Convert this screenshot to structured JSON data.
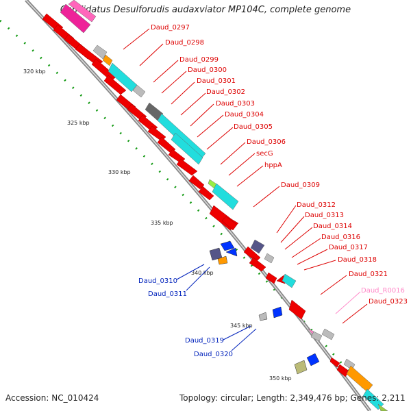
{
  "title": "Candidatus Desulforudis audaxviator MP104C, complete genome",
  "accession": "Accession: NC_010424",
  "topology": "Topology: circular; Length: 2,349,476 bp; Genes: 2,211",
  "colors": {
    "forward_label": "#dd0000",
    "reverse_label": "#0022bb",
    "rna_label": "#ff88c8",
    "cds": "#ee0000",
    "rrna_cyan": "#22dddd",
    "trna_gray": "#bbbbbb",
    "dark_gray": "#666666",
    "reverse_cds": "#0033ff",
    "slate": "#555588",
    "orange": "#ff9900",
    "magenta": "#ee2299",
    "olive": "#bbbb77",
    "green_ticks": "#119911"
  },
  "kbp_markers": [
    "320 kbp",
    "325 kbp",
    "330 kbp",
    "335 kbp",
    "340 kbp",
    "345 kbp",
    "350 kbp"
  ],
  "forward_labels": [
    "Daud_0297",
    "Daud_0298",
    "Daud_0299",
    "Daud_0300",
    "Daud_0301",
    "Daud_0302",
    "Daud_0303",
    "Daud_0304",
    "Daud_0305",
    "Daud_0306",
    "secG",
    "hppA",
    "Daud_0309",
    "Daud_0312",
    "Daud_0313",
    "Daud_0314",
    "Daud_0316",
    "Daud_0317",
    "Daud_0318",
    "Daud_0321",
    "Daud_R0016",
    "Daud_0323"
  ],
  "reverse_labels": [
    "Daud_0310",
    "Daud_0311",
    "Daud_0319",
    "Daud_0320"
  ]
}
